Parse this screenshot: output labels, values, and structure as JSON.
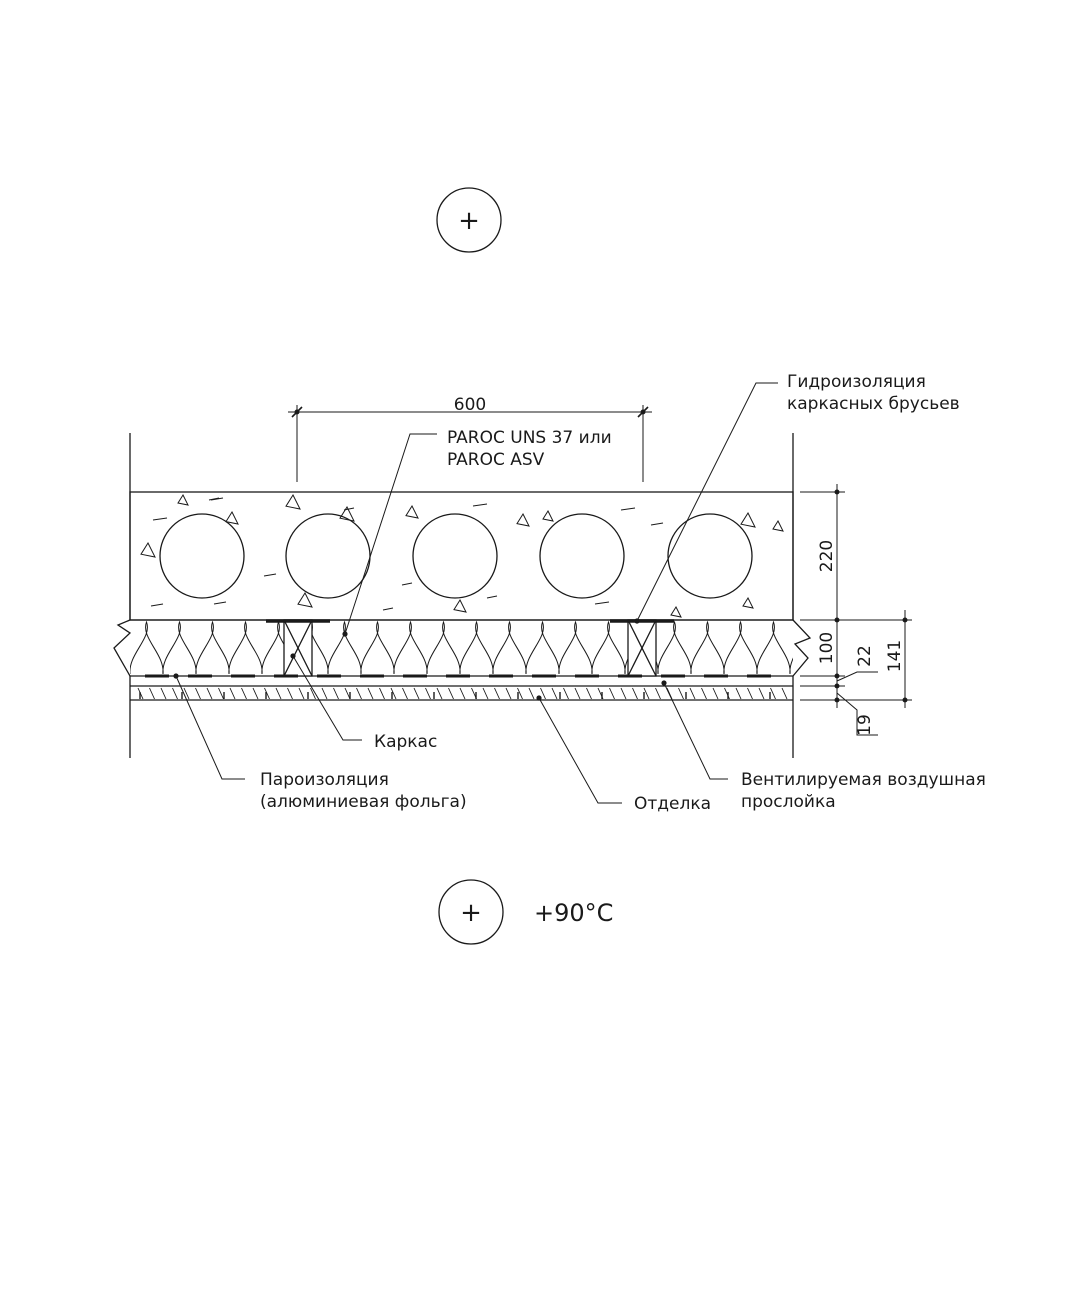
{
  "top_zone": {
    "symbol": "+"
  },
  "bottom_zone": {
    "symbol": "+",
    "temperature": "+90°C"
  },
  "dimensions": {
    "spacing": "600",
    "slab": "220",
    "insulation": "100",
    "air_gap": "22",
    "total": "141",
    "finish": "19"
  },
  "labels": {
    "paroc_line1": "PAROC UNS 37 или",
    "paroc_line2": "PAROC ASV",
    "waterproof_line1": "Гидроизоляция",
    "waterproof_line2": "каркасных брусьев",
    "frame": "Каркас",
    "vapor_line1": "Пароизоляция",
    "vapor_line2": "(алюминиевая фольга)",
    "finish": "Отделка",
    "vent_line1": "Вентилируемая воздушная",
    "vent_line2": "прослойка"
  },
  "colors": {
    "ink": "#1a1a1a",
    "background": "#ffffff"
  }
}
